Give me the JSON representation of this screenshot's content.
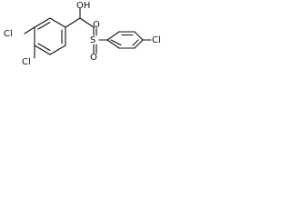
{
  "molecule": {
    "bond_color": "#111111",
    "background_color": "#ffffff",
    "atom_labels": {
      "hydroxyl": "OH",
      "chloro_left_upper": "Cl",
      "chloro_left_lower": "Cl",
      "chloro_right": "Cl",
      "sulfur": "S",
      "oxygen_top": "O",
      "oxygen_bottom": "O"
    }
  }
}
